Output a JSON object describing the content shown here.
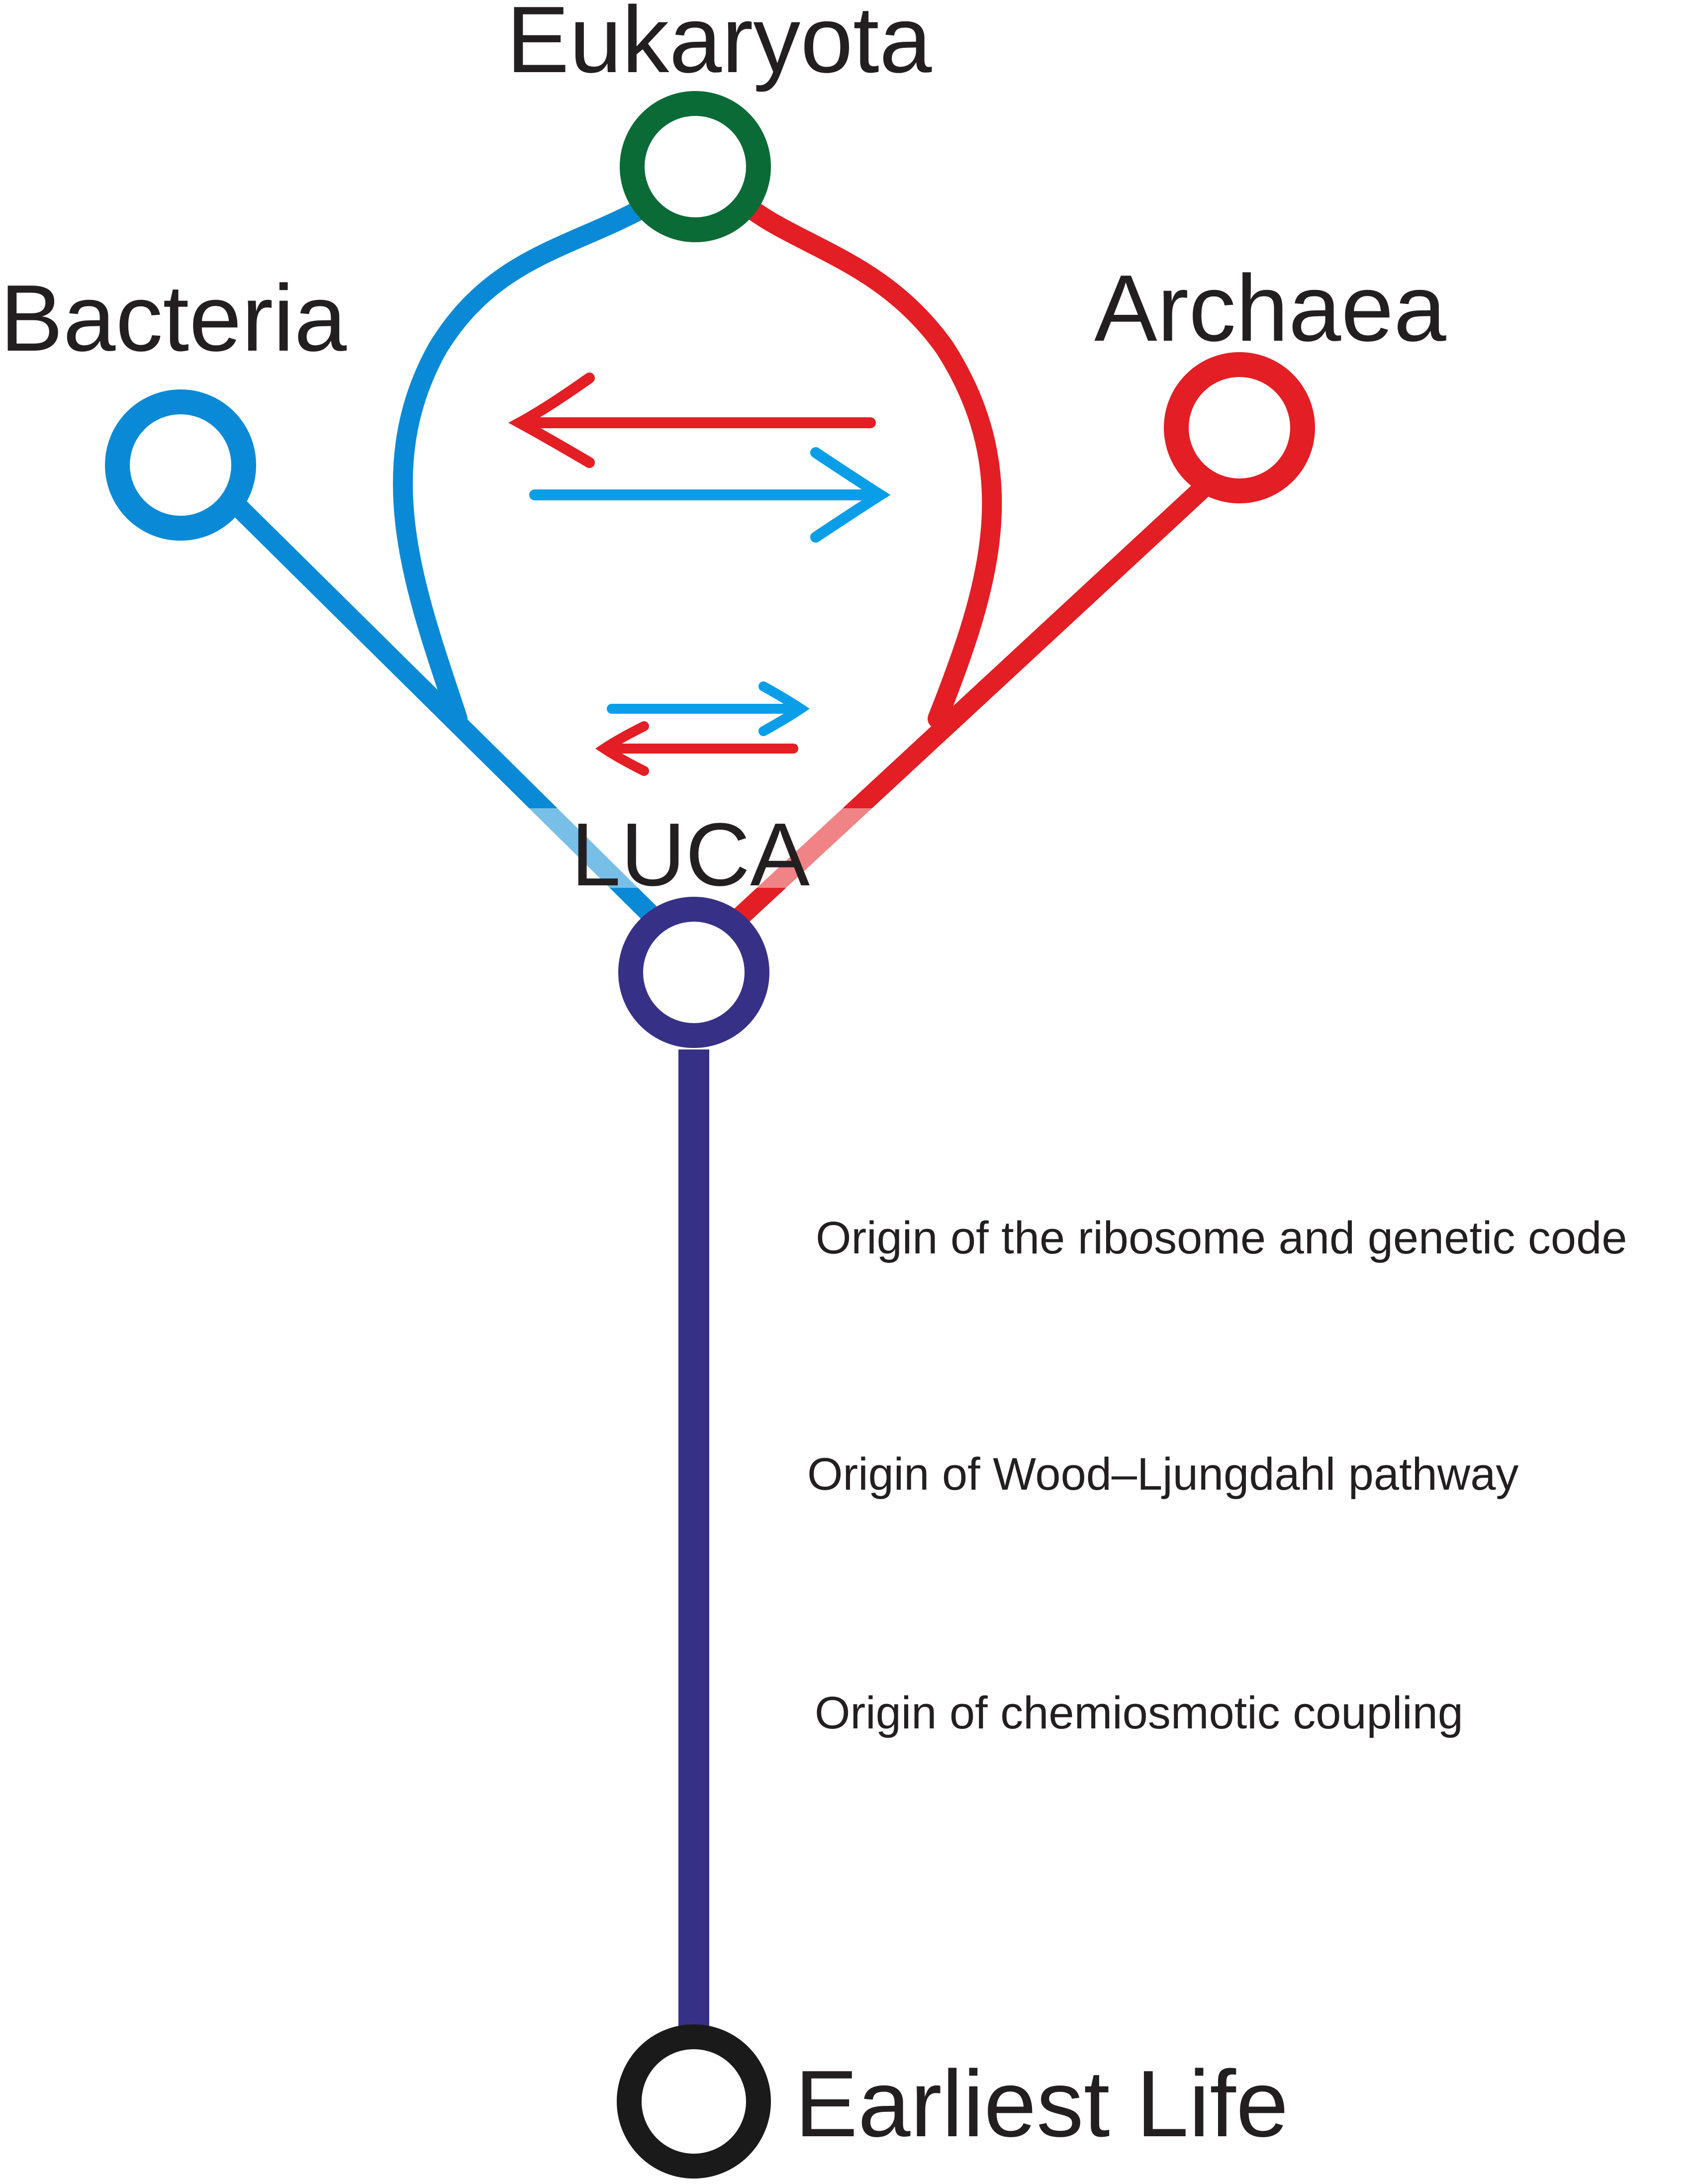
{
  "nodes": {
    "eukaryota": {
      "label": "Eukaryota",
      "color": "#0a6b36"
    },
    "bacteria": {
      "label": "Bacteria",
      "color": "#0a8ad6"
    },
    "archaea": {
      "label": "Archaea",
      "color": "#e31e24"
    },
    "luca": {
      "label": "LUCA",
      "color": "#363186"
    },
    "earliest_life": {
      "label": "Earliest Life",
      "color": "#1a1a1a"
    }
  },
  "events": [
    {
      "label": "Origin of the ribosome and genetic code"
    },
    {
      "label": "Origin of Wood–Ljungdahl pathway"
    },
    {
      "label": "Origin of chemiosmotic coupling"
    }
  ],
  "colors": {
    "bacteria_branch": "#0a8ad6",
    "archaea_branch": "#e31e24",
    "luca_trunk": "#363186",
    "gene_transfer_blue": "#0a9ee8",
    "gene_transfer_red": "#e31e24",
    "text": "#231f20"
  }
}
